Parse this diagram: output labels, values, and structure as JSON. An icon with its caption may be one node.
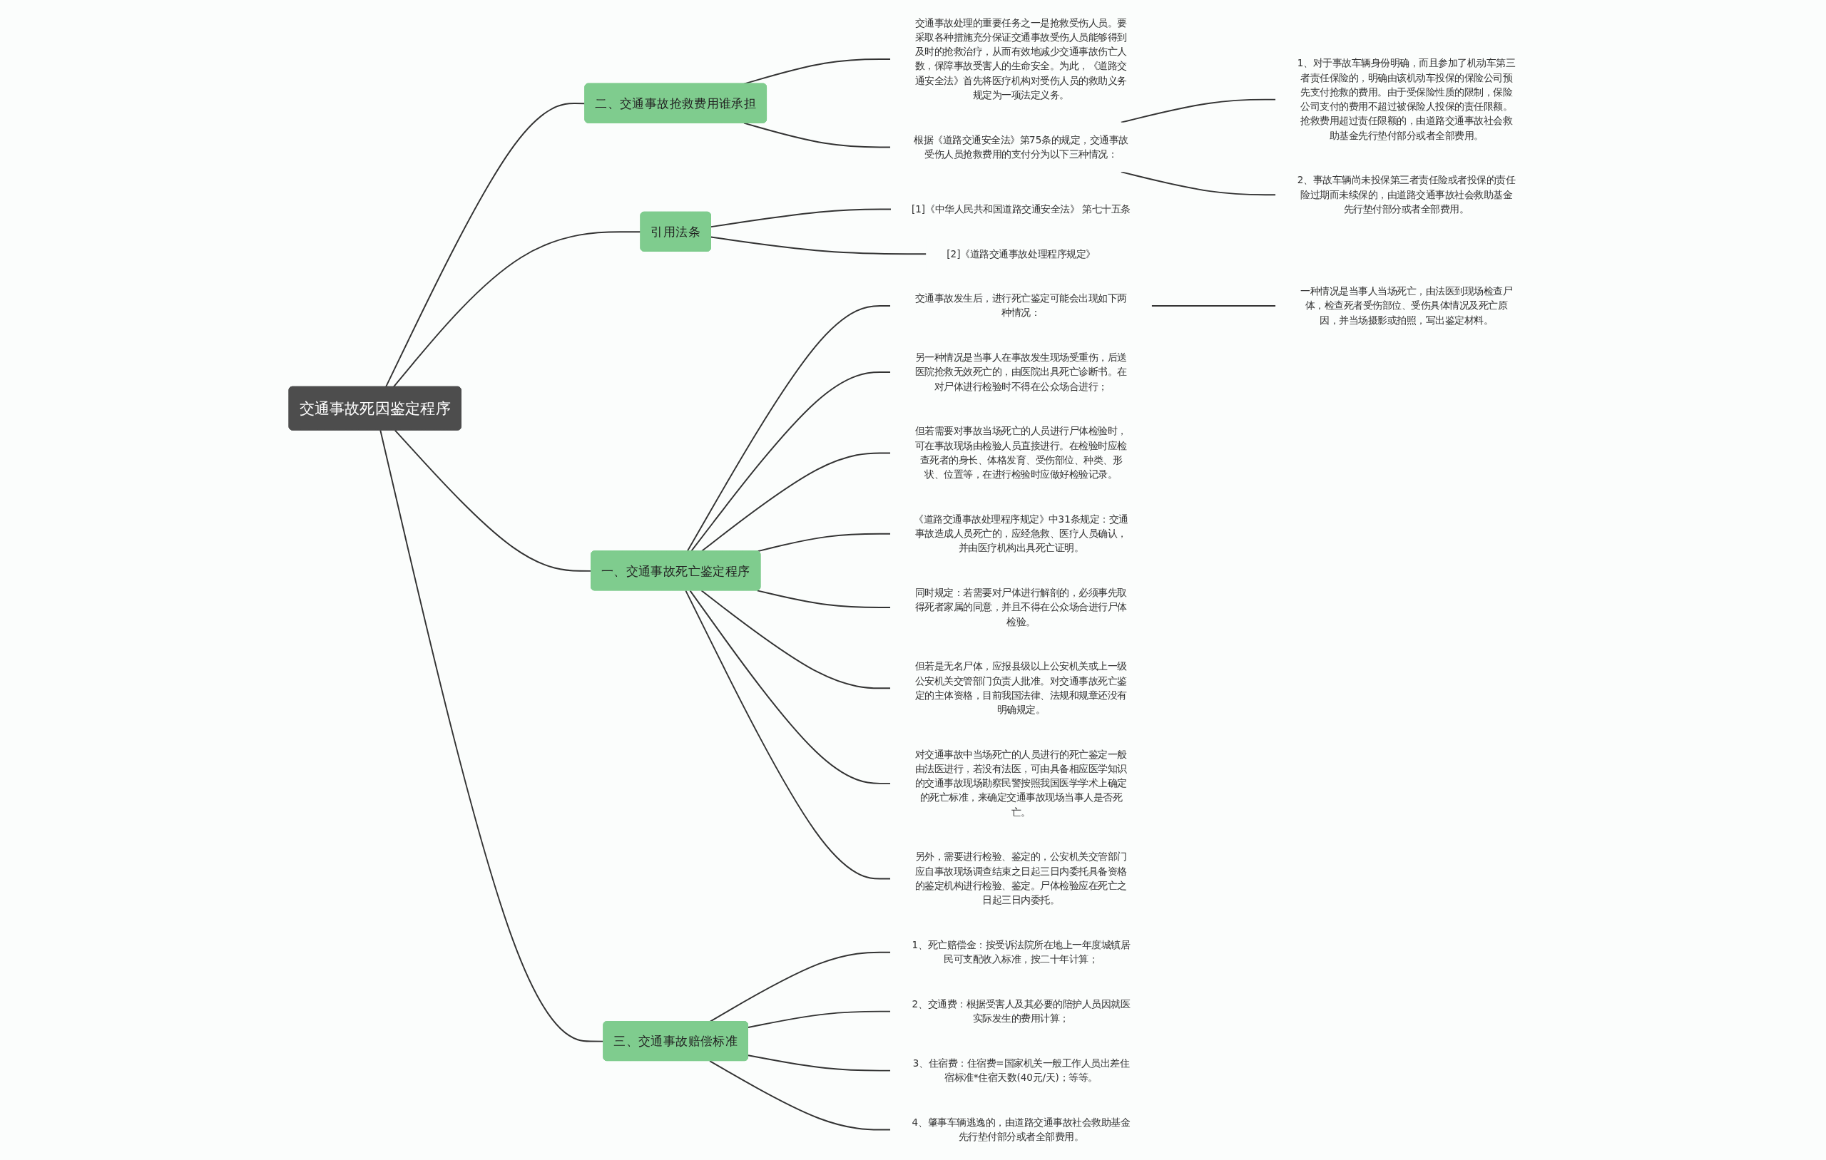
{
  "diagram": {
    "nodes": [
      {
        "text": [
          "交通事故死因鉴定程序"
        ]
      },
      {
        "text": [
          "二、交通事故抢救费用谁承担"
        ]
      },
      {
        "text": [
          "交通事故处理的重要任务之一是抢救受伤人员。要采取各种措施充分保证交通事故受伤人员能够得到及时的抢救治疗，从而有效地减少交通事故伤亡人数，保障事故受害人的生命安全。为此，《道路交通安全法》首先将医疗机构对受伤人员的救助义务规定为一项法定义务。"
        ]
      },
      {
        "text": [
          "根据《道路交通安全法》第75条的规定，交通事故受伤人员抢救费用的支付分为以下三种情况："
        ]
      },
      {
        "text": [
          "1、对于事故车辆身份明确，而且参加了机动车第三者责任保险的，明确由该机动车投保的保险公司预先支付抢救的费用。由于受保险性质的限制，保险公司支付的费用不超过被保险人投保的责任限额。抢救费用超过责任限额的，由道路交通事故社会救助基金先行垫付部分或者全部费用。"
        ]
      },
      {
        "text": [
          "2、事故车辆尚未投保第三者责任险或者投保的责任险过期而未续保的，由道路交通事故社会救助基金先行垫付部分或者全部费用。"
        ]
      },
      {
        "text": [
          "引用法条"
        ]
      },
      {
        "text": [
          "[1]《中华人民共和国道路交通安全法》 第七十五条"
        ]
      },
      {
        "text": [
          "[2]《道路交通事故处理程序规定》"
        ]
      },
      {
        "text": [
          "一、交通事故死亡鉴定程序"
        ]
      },
      {
        "text": [
          "交通事故发生后，进行死亡鉴定可能会出现如下两种情况："
        ]
      },
      {
        "text": [
          "另一种情况是当事人在事故发生现场受重伤，后送医院抢救无效死亡的，由医院出具死亡诊断书。在对尸体进行检验时不得在公众场合进行；"
        ]
      },
      {
        "text": [
          "但若需要对事故当场死亡的人员进行尸体检验时，可在事故现场由检验人员直接进行。在检验时应检查死者的身长、体格发育、受伤部位、种类、形状、位置等，在进行检验时应做好检验记录。"
        ]
      },
      {
        "text": [
          "《道路交通事故处理程序规定》中31条规定：交通事故造成人员死亡的，应经急救、医疗人员确认，并由医疗机构出具死亡证明。"
        ]
      },
      {
        "text": [
          "同时规定：若需要对尸体进行解剖的，必须事先取得死者家属的同意，并且不得在公众场合进行尸体检验。"
        ]
      },
      {
        "text": [
          "但若是无名尸体，应报县级以上公安机关或上一级公安机关交管部门负责人批准。对交通事故死亡鉴定的主体资格，目前我国法律、法规和规章还没有明确规定。"
        ]
      },
      {
        "text": [
          "对交通事故中当场死亡的人员进行的死亡鉴定一般由法医进行，若没有法医，可由具备相应医学知识的交通事故现场勘察民警按照我国医学学术上确定的死亡标准，来确定交通事故现场当事人是否死亡。"
        ]
      },
      {
        "text": [
          "另外，需要进行检验、鉴定的，公安机关交管部门应自事故现场调查结束之日起三日内委托具备资格的鉴定机构进行检验、鉴定。尸体检验应在死亡之日起三日内委托。"
        ]
      },
      {
        "text": [
          "一种情况是当事人当场死亡，由法医到现场检查尸体，检查死者受伤部位、受伤具体情况及死亡原因，并当场摄影或拍照，写出鉴定材料。"
        ]
      },
      {
        "text": [
          "三、交通事故赔偿标准"
        ]
      },
      {
        "text": [
          "1、死亡赔偿金：按受诉法院所在地上一年度城镇居民可支配收入标准，按二十年计算；"
        ]
      },
      {
        "text": [
          "2、交通费：根据受害人及其必要的陪护人员因就医实际发生的费用计算；"
        ]
      },
      {
        "text": [
          "3、住宿费：住宿费=国家机关一般工作人员出差住宿标准*住宿天数(40元/天)；等等。"
        ]
      },
      {
        "text": [
          "4、肇事车辆逃逸的，由道路交通事故社会救助基金先行垫付部分或者全部费用。"
        ]
      }
    ],
    "edges": [
      {
        "from": 0,
        "to": 1,
        "arrow": "none"
      },
      {
        "from": 1,
        "to": 2,
        "arrow": "none"
      },
      {
        "from": 1,
        "to": 3,
        "arrow": "none"
      },
      {
        "from": 3,
        "to": 4,
        "arrow": "none"
      },
      {
        "from": 3,
        "to": 5,
        "arrow": "none"
      },
      {
        "from": 0,
        "to": 6,
        "arrow": "none"
      },
      {
        "from": 6,
        "to": 7,
        "arrow": "none"
      },
      {
        "from": 6,
        "to": 8,
        "arrow": "none"
      },
      {
        "from": 0,
        "to": 9,
        "arrow": "none"
      },
      {
        "from": 9,
        "to": 10,
        "arrow": "none"
      },
      {
        "from": 9,
        "to": 11,
        "arrow": "none"
      },
      {
        "from": 9,
        "to": 12,
        "arrow": "none"
      },
      {
        "from": 9,
        "to": 13,
        "arrow": "none"
      },
      {
        "from": 9,
        "to": 14,
        "arrow": "none"
      },
      {
        "from": 9,
        "to": 15,
        "arrow": "none"
      },
      {
        "from": 9,
        "to": 16,
        "arrow": "none"
      },
      {
        "from": 9,
        "to": 17,
        "arrow": "none"
      },
      {
        "from": 10,
        "to": 18,
        "arrow": "none"
      },
      {
        "from": 0,
        "to": 19,
        "arrow": "none"
      },
      {
        "from": 19,
        "to": 20,
        "arrow": "none"
      },
      {
        "from": 19,
        "to": 21,
        "arrow": "none"
      },
      {
        "from": 19,
        "to": 22,
        "arrow": "none"
      },
      {
        "from": 19,
        "to": 23,
        "arrow": "none"
      }
    ]
  }
}
